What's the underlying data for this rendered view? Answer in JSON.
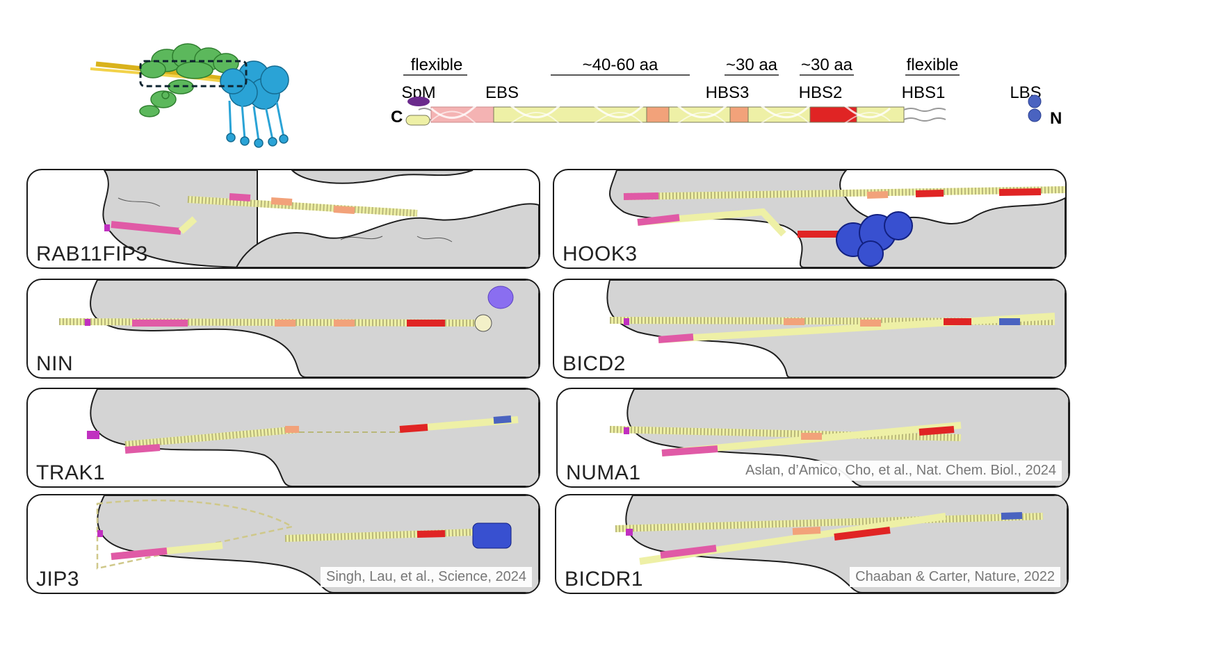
{
  "schematic": {
    "brackets": [
      "flexible",
      "~40-60 aa",
      "~30 aa",
      "~30 aa",
      "flexible"
    ],
    "site_labels": [
      "SpM",
      "EBS",
      "HBS3",
      "HBS2",
      "HBS1",
      "LBS"
    ],
    "c_term": "C",
    "n_term": "N"
  },
  "colors": {
    "spm": "#6a2a8c",
    "ebs": "#f4b3b3",
    "coil": "#eef0a6",
    "hbs_minor": "#f2a27a",
    "hbs1": "#e02424",
    "lbs": "#4a63c0",
    "pink_helix": "#e05aa6",
    "dynein_green": "#5cb85c",
    "dynein_blue": "#2aa3d6",
    "surface_grey": "#d4d4d4"
  },
  "panels": [
    {
      "label": "RAB11FIP3",
      "credit": ""
    },
    {
      "label": "HOOK3",
      "credit": ""
    },
    {
      "label": "NIN",
      "credit": ""
    },
    {
      "label": "BICD2",
      "credit": ""
    },
    {
      "label": "TRAK1",
      "credit": ""
    },
    {
      "label": "NUMA1",
      "credit": "Aslan, d’Amico, Cho, et al., Nat. Chem. Biol., 2024"
    },
    {
      "label": "JIP3",
      "credit": "Singh, Lau, et al., Science, 2024"
    },
    {
      "label": "BICDR1",
      "credit": "Chaaban & Carter, Nature, 2022"
    }
  ]
}
